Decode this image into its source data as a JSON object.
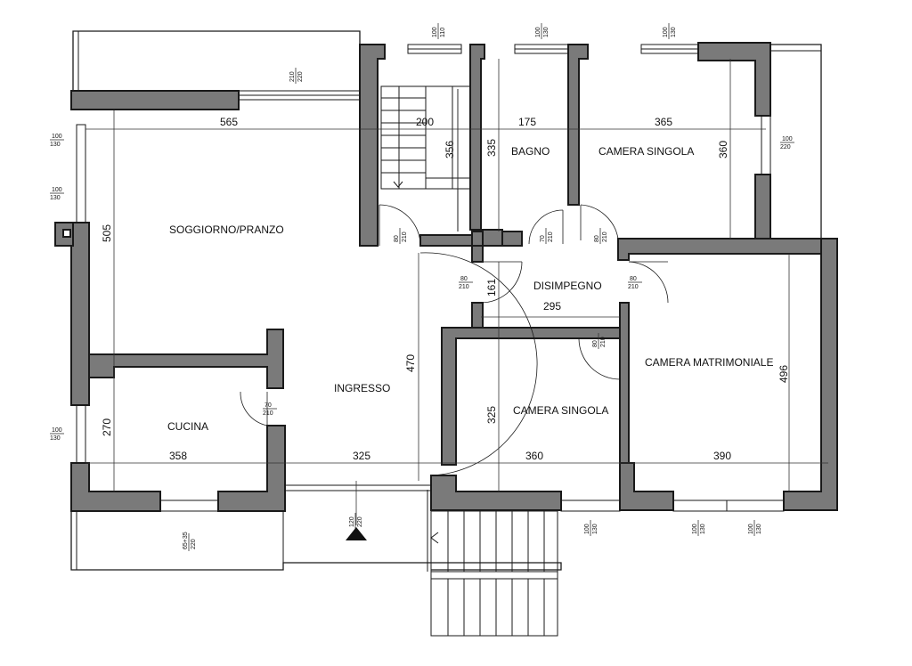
{
  "rooms": {
    "soggiorno": "SOGGIORNO/PRANZO",
    "bagno": "BAGNO",
    "camera_singola_top": "CAMERA SINGOLA",
    "disimpegno": "DISIMPEGNO",
    "camera_matrimoniale": "CAMERA MATRIMONIALE",
    "ingresso": "INGRESSO",
    "cucina": "CUCINA",
    "camera_singola_bottom": "CAMERA SINGOLA"
  },
  "dimensions": {
    "soggiorno_width": "565",
    "stair_width": "200",
    "bagno_width": "175",
    "camera_top_width": "365",
    "stair_height": "356",
    "bagno_height": "335",
    "camera_top_height": "360",
    "soggiorno_height": "505",
    "disimpegno_height": "161",
    "disimpegno_width": "295",
    "ingresso_height": "470",
    "matrimoniale_height": "496",
    "camera_bottom_height": "325",
    "cucina_height": "270",
    "cucina_width": "358",
    "ingresso_width": "325",
    "camera_bottom_width": "360",
    "matrimoniale_width": "390"
  },
  "openings": {
    "w_top_stair": [
      "100",
      "110"
    ],
    "w_top_bagno": [
      "100",
      "130"
    ],
    "w_top_camera": [
      "100",
      "130"
    ],
    "w_top_soggiorno": [
      "210",
      "220"
    ],
    "w_left_1": [
      "100",
      "130"
    ],
    "w_left_2": [
      "100",
      "130"
    ],
    "w_left_cucina": [
      "100",
      "130"
    ],
    "w_right_camera": [
      "100",
      "220"
    ],
    "d_stair": [
      "80",
      "210"
    ],
    "d_bagno": [
      "70",
      "210"
    ],
    "d_camera_top": [
      "80",
      "210"
    ],
    "d_disimpegno_left": [
      "80",
      "210"
    ],
    "d_disimpegno_right": [
      "80",
      "210"
    ],
    "d_camera_bottom": [
      "80",
      "210"
    ],
    "d_cucina": [
      "70",
      "210"
    ],
    "w_bottom_cucina": [
      "65+35",
      "220"
    ],
    "entrance": [
      "120",
      "220"
    ],
    "w_bottom_camera": [
      "100",
      "130"
    ],
    "w_bottom_matr_1": [
      "100",
      "130"
    ],
    "w_bottom_matr_2": [
      "100",
      "130"
    ]
  }
}
